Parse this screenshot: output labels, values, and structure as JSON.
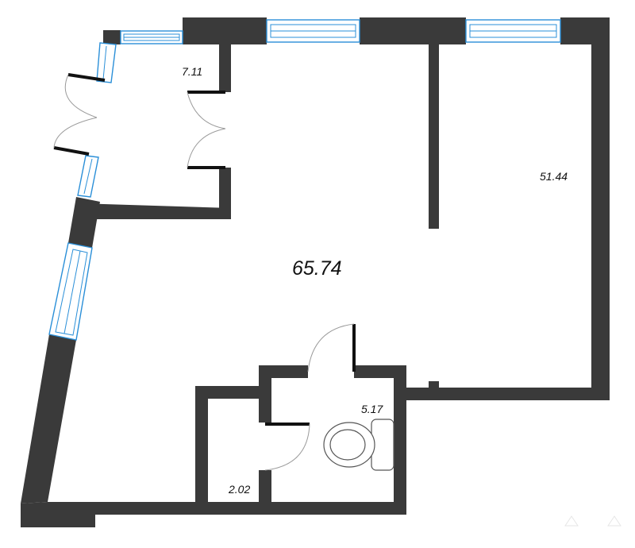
{
  "rooms": {
    "total_area": "65.74",
    "vestibule_area": "7.11",
    "living_area": "51.44",
    "bathroom_area": "5.17",
    "storage_area": "2.02"
  }
}
